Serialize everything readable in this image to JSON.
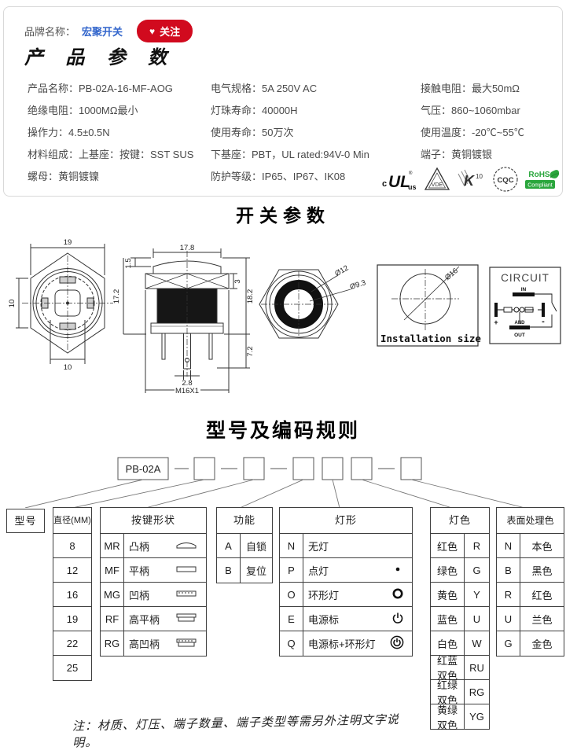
{
  "colors": {
    "accent_red": "#d10a1e",
    "link_blue": "#3366cc",
    "rohs_green": "#2aa63c"
  },
  "header": {
    "brand_label": "品牌名称：",
    "brand_name": "宏聚开关",
    "follow_label": "关注",
    "section_title": "产 品 参 数"
  },
  "specs": {
    "col1": [
      "产品名称：PB-02A-16-MF-AOG",
      "绝缘电阻：1000MΩ最小",
      "操作力：4.5±0.5N",
      "材料组成：上基座：按键：SST SUS",
      "螺母：黄铜镀镍"
    ],
    "col2": [
      "电气规格：5A 250V AC",
      "灯珠寿命：40000H",
      "使用寿命：50万次",
      "下基座：PBT，UL rated:94V-0 Min",
      "防护等级：IP65、IP67、IK08"
    ],
    "col3": [
      "接触电阻：最大50mΩ",
      "气压：860~1060mbar",
      "使用温度：-20℃~55℃",
      "端子：黄铜镀银"
    ]
  },
  "certifications": {
    "ul_prefix": "c",
    "ul_main": "UL",
    "ul_suffix": "us",
    "vde": "VDE",
    "kema": "10",
    "cqc": "CQC",
    "rohs_line1": "RoHS",
    "rohs_line2": "Compliant"
  },
  "sections": {
    "switch_params": "开关参数",
    "coding_rules": "型号及编码规则"
  },
  "drawings": {
    "front": {
      "dim_top": "19",
      "dim_left": "10",
      "dim_bottom": "10"
    },
    "side": {
      "dim_15": "1.5",
      "dim_178": "17.8",
      "dim_172": "17.2",
      "dim_3": "3",
      "dim_182": "18.2",
      "dim_72": "7.2",
      "dim_28": "2.8",
      "thread": "M16X1"
    },
    "ring": {
      "dim_outer": "Ø12",
      "dim_inner": "Ø9.3"
    },
    "installation": {
      "dim": "Ø16",
      "label": "Installation size"
    },
    "circuit": {
      "title": "CIRCUIT",
      "in": "IN",
      "out": "OUT",
      "plus": "+",
      "minus": "-",
      "mid": "AND"
    }
  },
  "coding": {
    "prefix": "PB-02A"
  },
  "tables": {
    "model": {
      "header": "型号"
    },
    "diameter": {
      "header": "直径(MM)",
      "rows": [
        "8",
        "12",
        "16",
        "19",
        "22",
        "25"
      ]
    },
    "shape": {
      "header": "按键形状",
      "rows": [
        {
          "code": "MR",
          "label": "凸柄",
          "icon": "convex-button-icon"
        },
        {
          "code": "MF",
          "label": "平柄",
          "icon": "flat-button-icon"
        },
        {
          "code": "MG",
          "label": "凹柄",
          "icon": "concave-button-icon"
        },
        {
          "code": "RF",
          "label": "高平柄",
          "icon": "high-flat-button-icon"
        },
        {
          "code": "RG",
          "label": "高凹柄",
          "icon": "high-concave-button-icon"
        }
      ]
    },
    "function": {
      "header": "功能",
      "rows": [
        {
          "code": "A",
          "label": "自锁"
        },
        {
          "code": "B",
          "label": "复位"
        }
      ]
    },
    "lamp_shape": {
      "header": "灯形",
      "rows": [
        {
          "code": "N",
          "label": "无灯",
          "icon": ""
        },
        {
          "code": "P",
          "label": "点灯",
          "icon": "dot-lamp-icon"
        },
        {
          "code": "O",
          "label": "环形灯",
          "icon": "ring-lamp-icon"
        },
        {
          "code": "E",
          "label": "电源标",
          "icon": "power-symbol-icon"
        },
        {
          "code": "Q",
          "label": "电源标+环形灯",
          "icon": "power-ring-lamp-icon"
        }
      ]
    },
    "lamp_color": {
      "header": "灯色",
      "rows": [
        {
          "label": "红色",
          "code": "R"
        },
        {
          "label": "绿色",
          "code": "G"
        },
        {
          "label": "黄色",
          "code": "Y"
        },
        {
          "label": "蓝色",
          "code": "U"
        },
        {
          "label": "白色",
          "code": "W"
        },
        {
          "label": "红蓝双色",
          "code": "RU"
        },
        {
          "label": "红绿双色",
          "code": "RG"
        },
        {
          "label": "黄绿双色",
          "code": "YG"
        }
      ]
    },
    "surface": {
      "header": "表面处理色",
      "rows": [
        {
          "code": "N",
          "label": "本色"
        },
        {
          "code": "B",
          "label": "黑色"
        },
        {
          "code": "R",
          "label": "红色"
        },
        {
          "code": "U",
          "label": "兰色"
        },
        {
          "code": "G",
          "label": "金色"
        }
      ]
    }
  },
  "note": "注：材质、灯压、端子数量、端子类型等需另外注明文字说明。"
}
